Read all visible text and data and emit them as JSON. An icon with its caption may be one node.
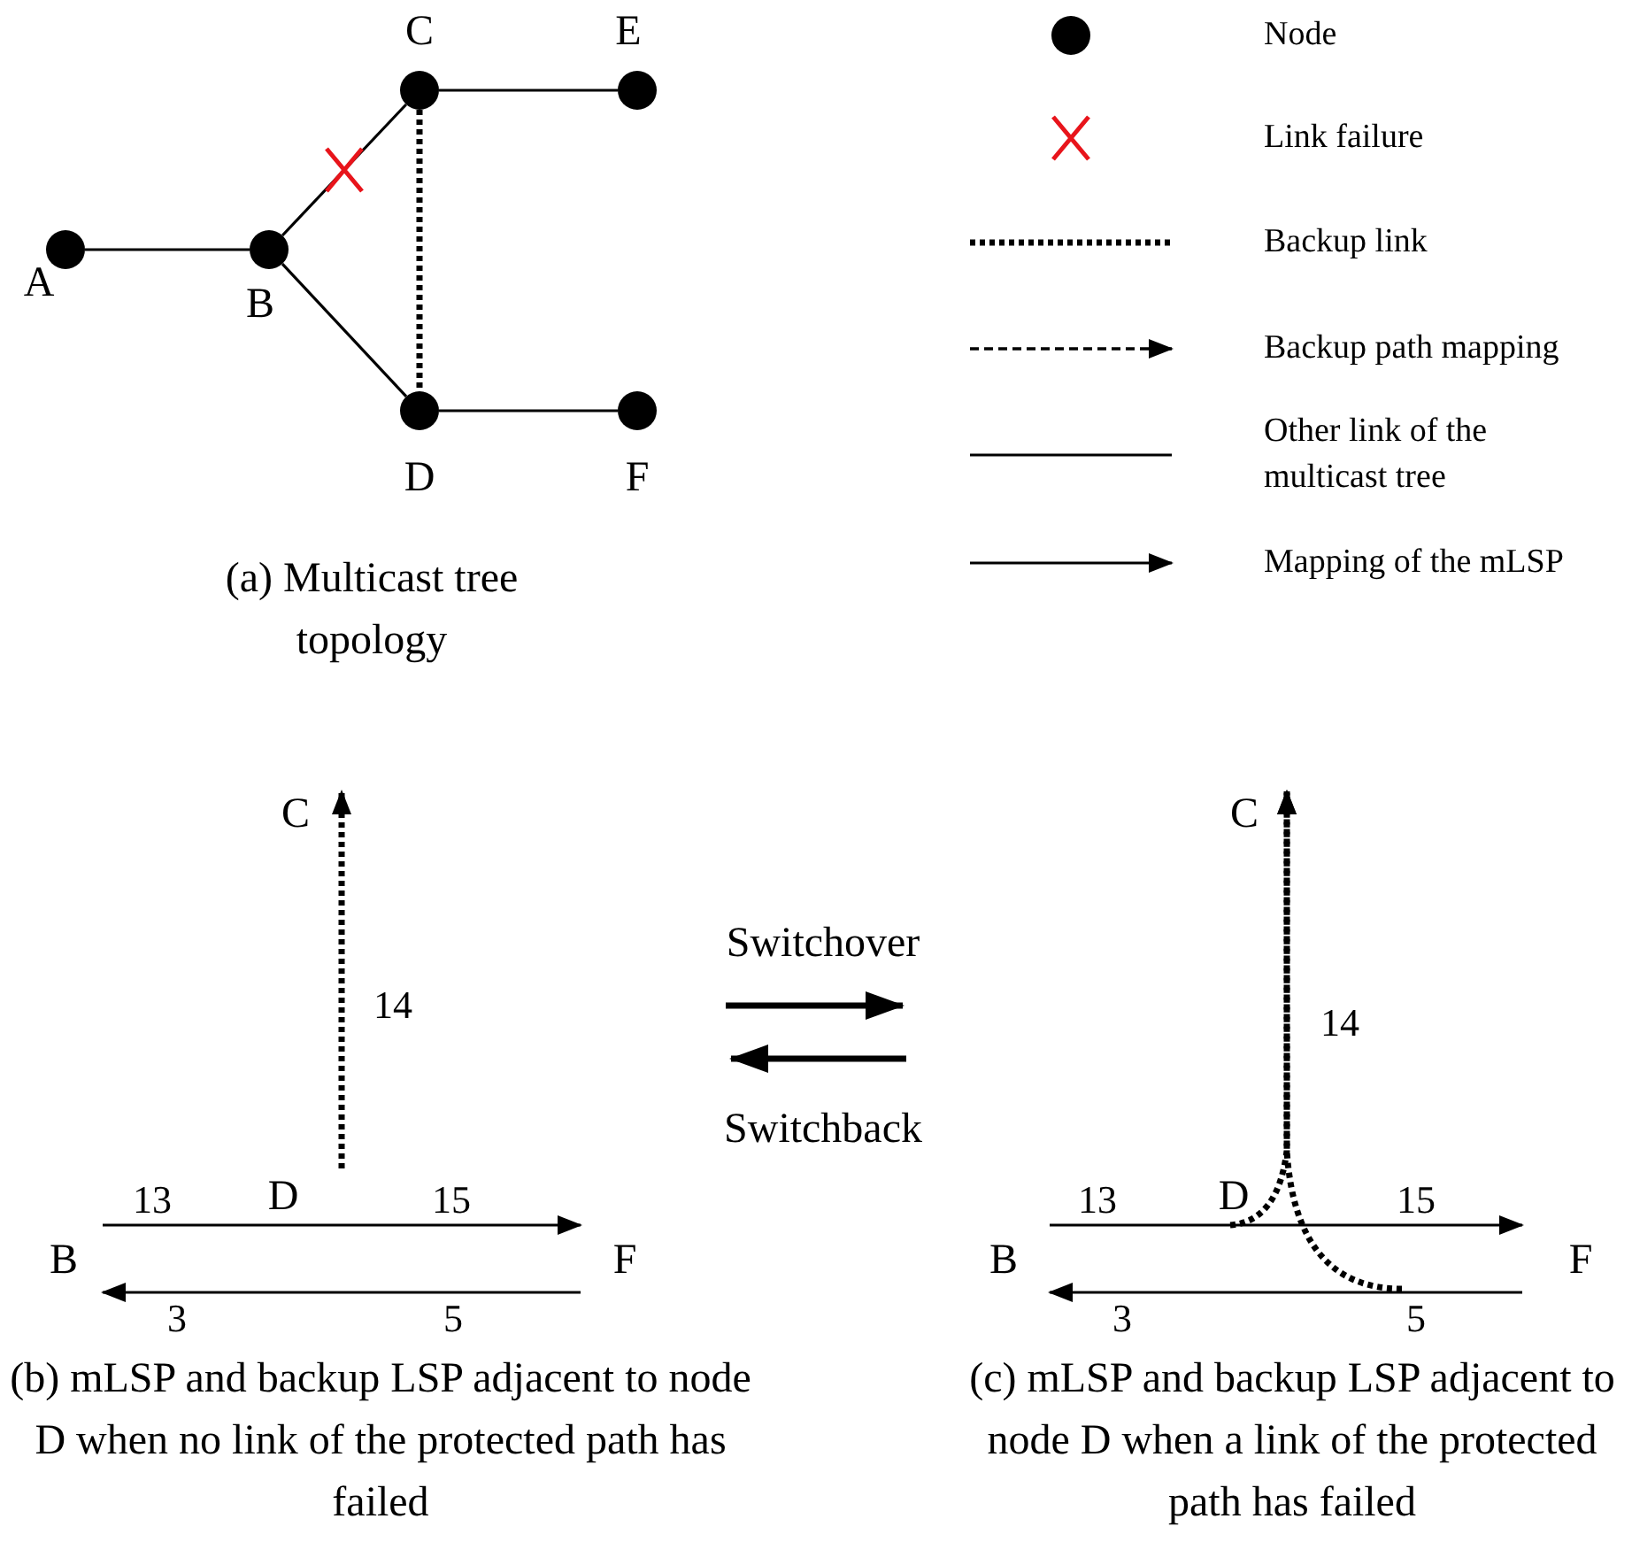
{
  "diagram": {
    "nodes": [
      {
        "text": [
          "A"
        ]
      },
      {
        "text": [
          "B"
        ]
      },
      {
        "text": [
          "C"
        ]
      },
      {
        "text": [
          "D"
        ]
      },
      {
        "text": [
          "E"
        ]
      },
      {
        "text": [
          "F"
        ]
      },
      {
        "text": [
          "C"
        ]
      },
      {
        "text": [
          "D"
        ]
      },
      {
        "text": [
          "B"
        ]
      },
      {
        "text": [
          "F"
        ]
      },
      {
        "text": [
          "C"
        ]
      },
      {
        "text": [
          "D"
        ]
      },
      {
        "text": [
          "B"
        ]
      },
      {
        "text": [
          "F"
        ]
      }
    ],
    "edges": [
      {
        "from": 0,
        "to": 1,
        "arrow": "none"
      },
      {
        "from": 1,
        "to": 2,
        "arrow": "none"
      },
      {
        "from": 1,
        "to": 3,
        "arrow": "none"
      },
      {
        "from": 2,
        "to": 4,
        "arrow": "none"
      },
      {
        "from": 3,
        "to": 5,
        "arrow": "none"
      },
      {
        "from": 2,
        "to": 3,
        "arrow": "none",
        "style": "dashed"
      },
      {
        "from": 8,
        "to": 7,
        "arrow": "none",
        "label": "13"
      },
      {
        "from": 7,
        "to": 9,
        "arrow": "to",
        "label": "15"
      },
      {
        "from": 9,
        "to": 7,
        "arrow": "none",
        "label": "5"
      },
      {
        "from": 7,
        "to": 8,
        "arrow": "to",
        "label": "3"
      },
      {
        "from": 7,
        "to": 6,
        "arrow": "to",
        "label": "14",
        "style": "dashed"
      },
      {
        "from": 12,
        "to": 11,
        "arrow": "none",
        "label": "13"
      },
      {
        "from": 11,
        "to": 13,
        "arrow": "to",
        "label": "15"
      },
      {
        "from": 13,
        "to": 11,
        "arrow": "none",
        "label": "5"
      },
      {
        "from": 11,
        "to": 12,
        "arrow": "to",
        "label": "3"
      },
      {
        "from": 11,
        "to": 10,
        "arrow": "to",
        "label": "14",
        "style": "dashed"
      },
      {
        "from": null,
        "to": 10,
        "arrow": "to",
        "style": "dashed"
      }
    ],
    "labels": [
      "(a) Multicast tree topology",
      "Switchover",
      "Switchback",
      "(b) mLSP and backup LSP adjacent to node D when no link of the protected path has failed",
      "(c) mLSP and backup LSP adjacent to node D when a link of the protected path has failed"
    ],
    "legend": [
      {
        "text": "Node"
      },
      {
        "text": "Link failure"
      },
      {
        "text": "Backup link"
      },
      {
        "text": "Backup path mapping"
      },
      {
        "text": "Other link of the multicast tree"
      },
      {
        "text": "Mapping of the mLSP"
      }
    ]
  }
}
